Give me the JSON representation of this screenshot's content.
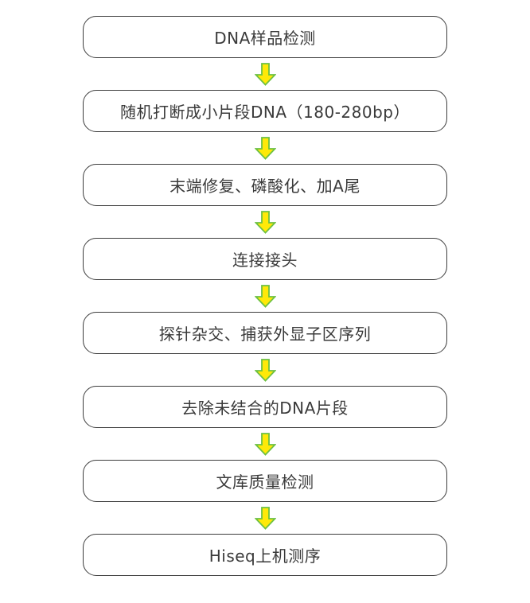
{
  "flowchart": {
    "steps": [
      {
        "label": "DNA样品检测"
      },
      {
        "label": "随机打断成小片段DNA（180-280bp）"
      },
      {
        "label": "末端修复、磷酸化、加A尾"
      },
      {
        "label": "连接接头"
      },
      {
        "label": "探针杂交、捕获外显子区序列"
      },
      {
        "label": "去除未结合的DNA片段"
      },
      {
        "label": "文库质量检测"
      },
      {
        "label": "Hiseq上机测序"
      }
    ],
    "connector": {
      "icon": "down-arrow-icon",
      "fill": "#ffe908",
      "stroke": "#6cc042"
    },
    "style": {
      "box_border_color": "#3d3d3d",
      "text_color": "#3a3a3a",
      "background": "#ffffff"
    }
  }
}
